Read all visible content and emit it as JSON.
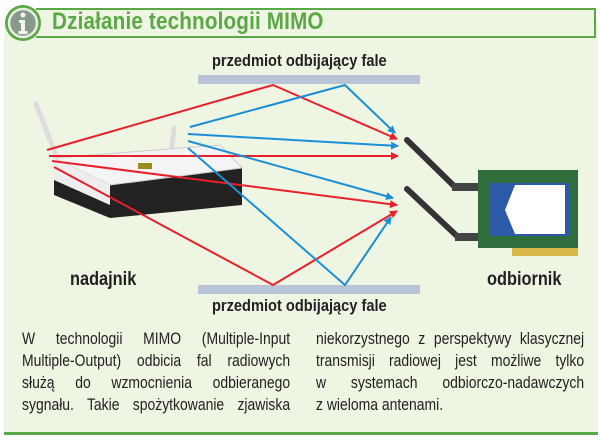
{
  "title": "Działanie technologii MIMO",
  "icon": "info-icon",
  "labels": {
    "reflector_top": "przedmiot odbijający fale",
    "reflector_bottom": "przedmiot odbijający fale",
    "transmitter": "nadajnik",
    "receiver": "odbiornik"
  },
  "colors": {
    "accent": "#5aa846",
    "red_signal": "#e8202a",
    "blue_signal": "#1a8fd6",
    "reflector": "#b9c4d6",
    "background": "#eef5e3"
  },
  "body": {
    "left_lines": [
      "W technologii MIMO (Multiple-Input",
      "Multiple-Output) odbicia fal radiowych",
      "służą do wzmocnienia odbieranego",
      "sygnału. Takie spożytkowanie zjawiska"
    ],
    "right_lines": [
      "niekorzystnego z perspektywy klasycznej",
      "transmisji radiowej jest możliwe tylko",
      "w systemach odbiorczo-nadawczych",
      "z wieloma antenami."
    ]
  }
}
